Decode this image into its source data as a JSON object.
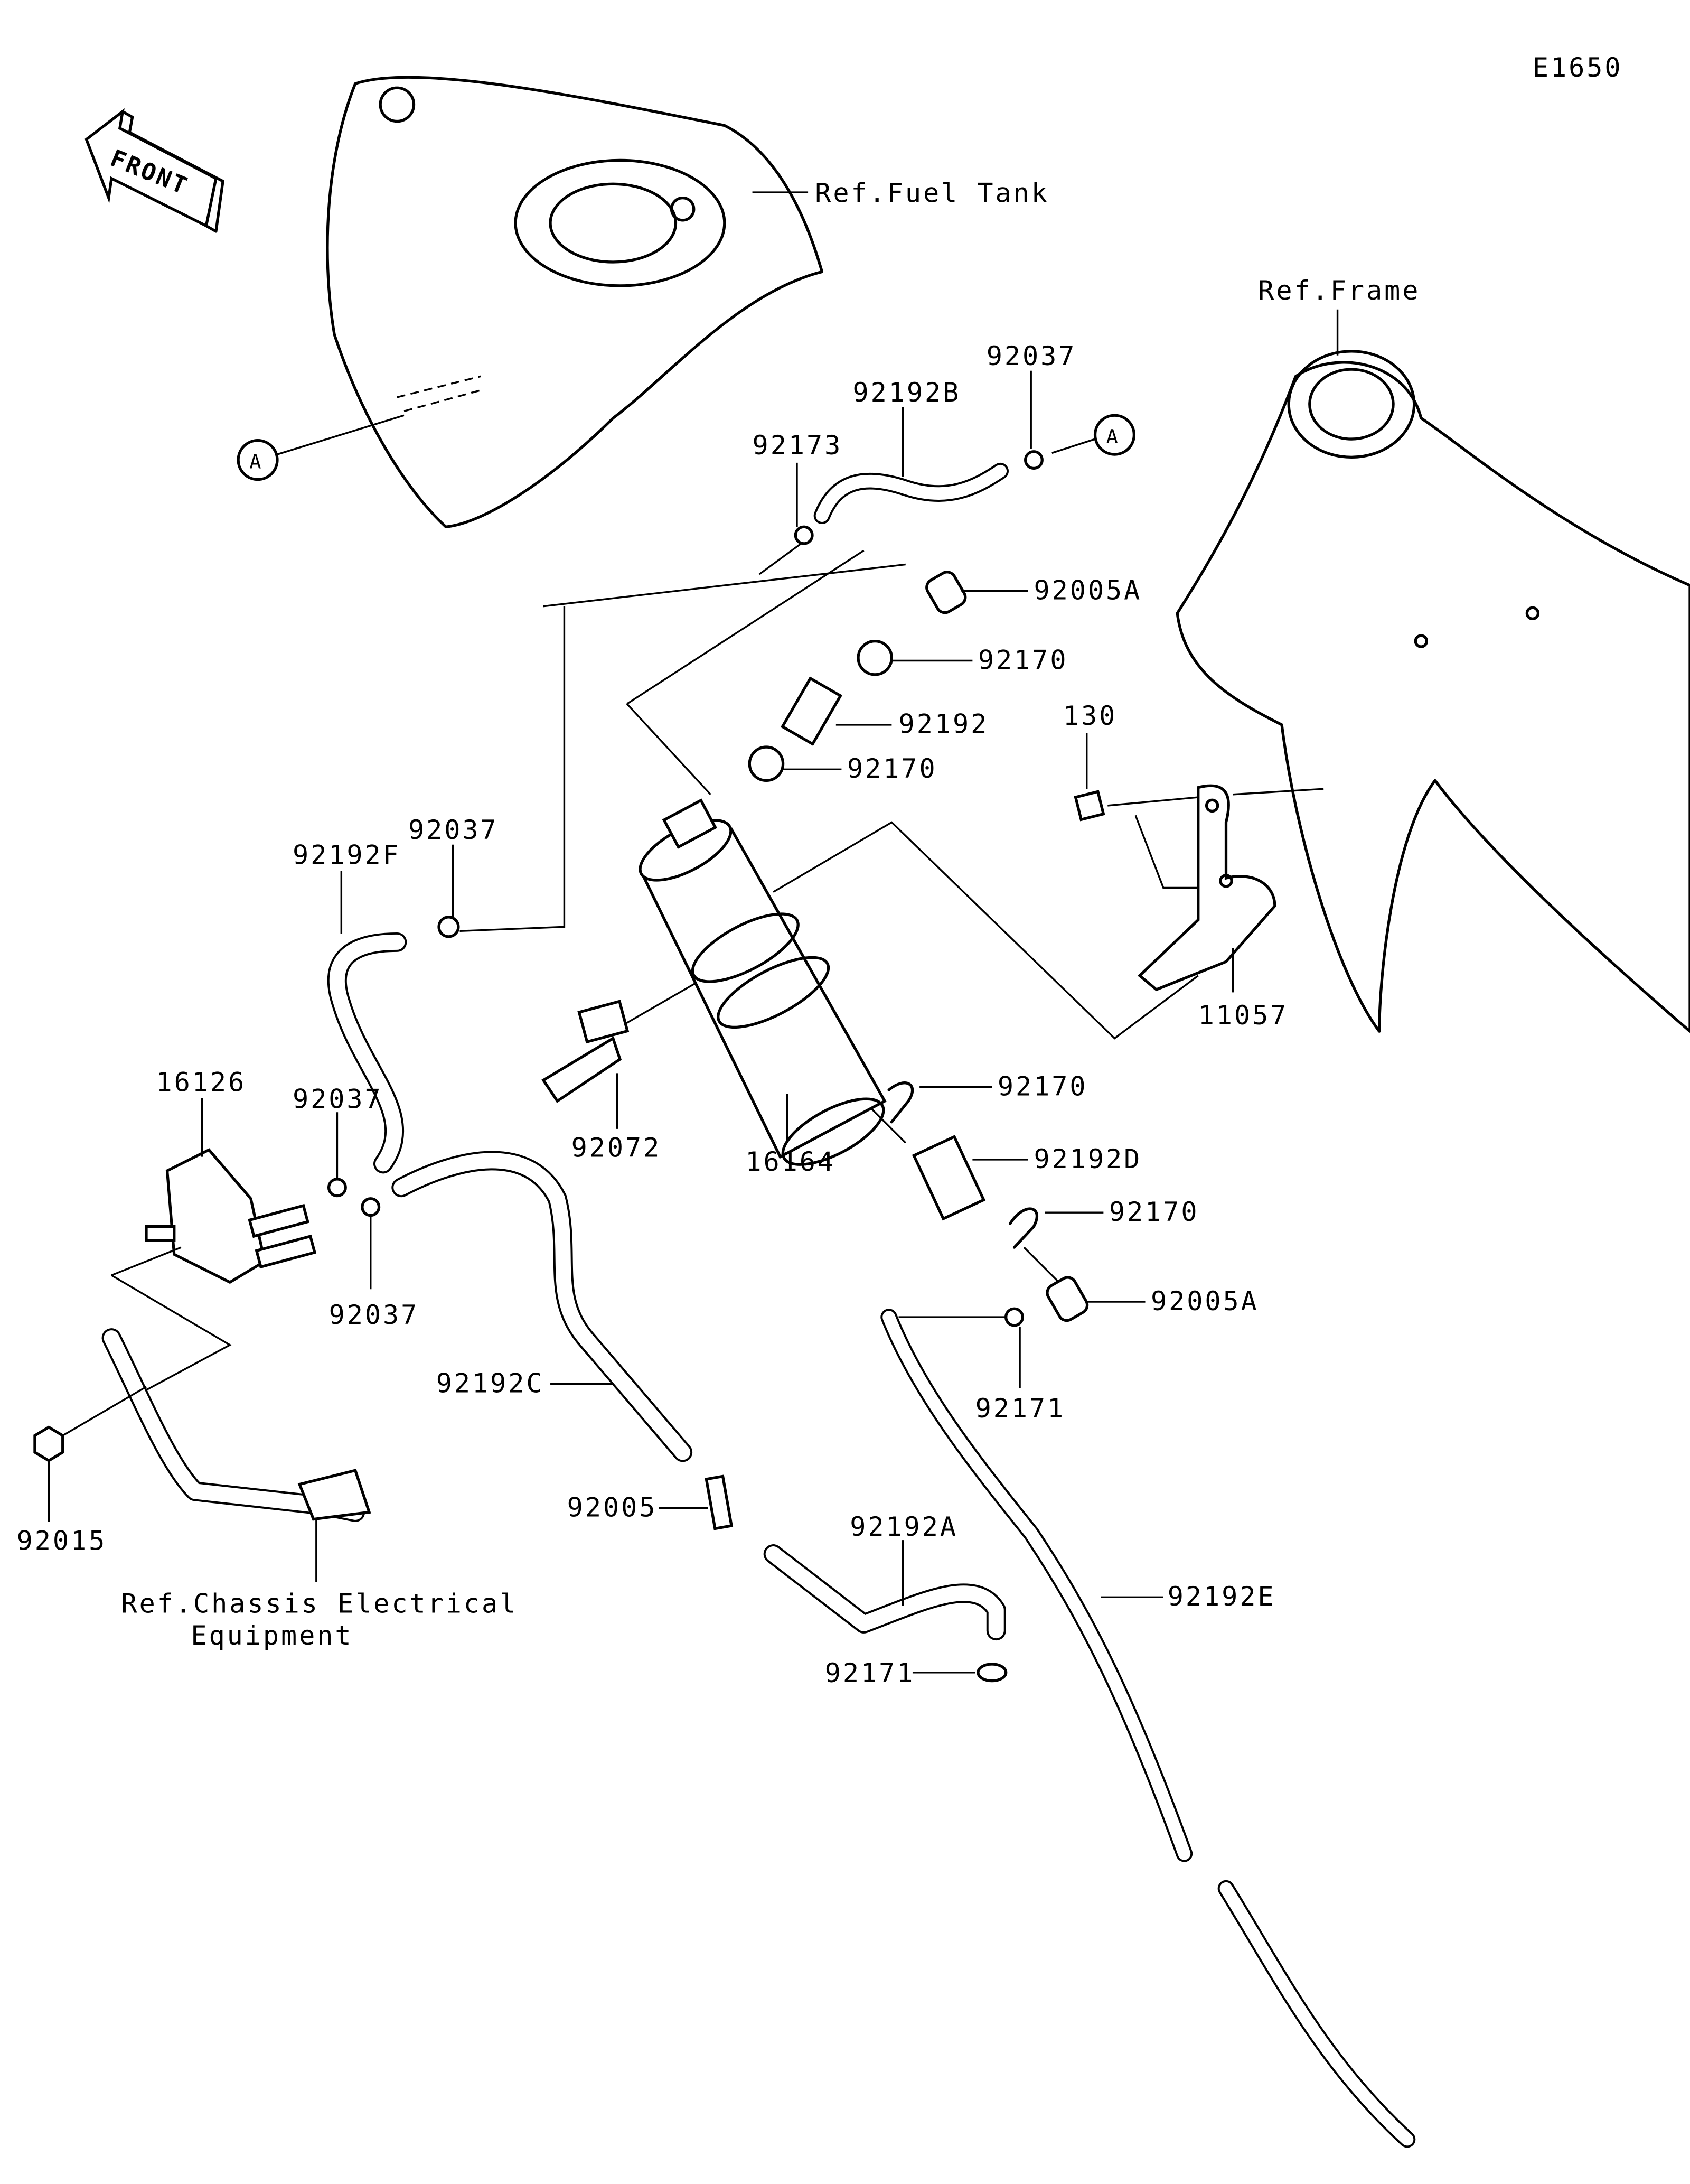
{
  "diagram_code": "E1650",
  "front_label": "FRONT",
  "refs": {
    "fuel_tank": "Ref.Fuel Tank",
    "frame": "Ref.Frame",
    "chassis_line1": "Ref.Chassis Electrical",
    "chassis_line2": "Equipment"
  },
  "markers": {
    "a1": "A",
    "a2": "A"
  },
  "callouts": {
    "p92192B": "92192B",
    "p92037_top": "92037",
    "p92173": "92173",
    "p92005A_top": "92005A",
    "p92170_a": "92170",
    "p92192": "92192",
    "p92170_b": "92170",
    "p130": "130",
    "p92037_mid": "92037",
    "p92192F": "92192F",
    "p11057": "11057",
    "p92170_c": "92170",
    "p16126": "16126",
    "p92037_left": "92037",
    "p92072": "92072",
    "p16164": "16164",
    "p92192D": "92192D",
    "p92170_d": "92170",
    "p92037_low": "92037",
    "p92005A_low": "92005A",
    "p92171_a": "92171",
    "p92192C": "92192C",
    "p92005": "92005",
    "p92192A": "92192A",
    "p92192E": "92192E",
    "p92015": "92015",
    "p92171_b": "92171"
  }
}
